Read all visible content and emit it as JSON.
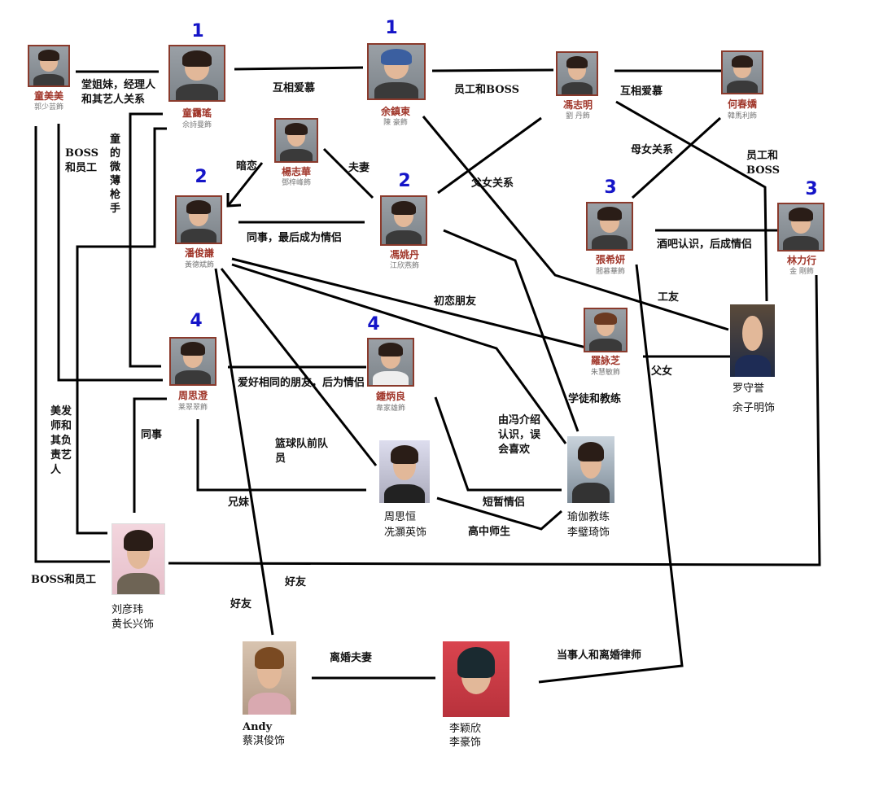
{
  "numbers": {
    "one": "1",
    "two": "2",
    "three": "3",
    "four": "4"
  },
  "people": {
    "tong_meimei": {
      "name": "童美美",
      "actor": "郭少芸飾"
    },
    "tong_aiyao": {
      "name": "童靄瑤",
      "actor": "佘詩曼飾"
    },
    "yu_zhendong": {
      "name": "余鎮東",
      "actor": "陳 豪飾"
    },
    "feng_zhiming": {
      "name": "馮志明",
      "actor": "劉 丹飾"
    },
    "he_chunjiao": {
      "name": "何春嬌",
      "actor": "韓馬利飾"
    },
    "yang_zhihua": {
      "name": "楊志華",
      "actor": "鄧梓峰飾"
    },
    "pan_junqian": {
      "name": "潘俊謙",
      "actor": "黃德斌飾"
    },
    "feng_yaodan": {
      "name": "馮姚丹",
      "actor": "江欣燕飾"
    },
    "zhang_xiyan": {
      "name": "張希妍",
      "actor": "閻慕華飾"
    },
    "lin_lixing": {
      "name": "林力行",
      "actor": "金 剛飾"
    },
    "luo_yongzhi": {
      "name": "羅詠芝",
      "actor": "朱慧敏飾"
    },
    "luo_shouyu": {
      "name": "罗守誉",
      "actor": "余子明饰"
    },
    "zhou_sicheng": {
      "name": "周思澄",
      "actor": "莱翠翠飾"
    },
    "zhong_bingliang": {
      "name": "鍾炳良",
      "actor": "韋家雄飾"
    },
    "zhou_siheng": {
      "name": "周思恒",
      "actor": "冼灝英饰"
    },
    "yoga_coach": {
      "name": "瑜伽教练",
      "actor": "李璧琦饰"
    },
    "liu_yanwei": {
      "name": "刘彦玮",
      "actor": "黄长兴饰"
    },
    "andy": {
      "name": "Andy",
      "actor": "蔡淇俊饰"
    },
    "li_yingxin": {
      "name": "李颖欣",
      "actor": "李豪饰"
    }
  },
  "relations": {
    "cousins_manager": "堂姐妹，经理人和其艺人关系",
    "mutual_admire_1": "互相爱慕",
    "employee_boss_1": "员工和BOSS",
    "mutual_admire_2": "互相爱慕",
    "boss_employee_1": "BOSS和员工",
    "weibo_ghostwriter": "童的微薄枪手",
    "secret_crush": "暗恋",
    "spouses": "夫妻",
    "father_daughter_1": "父女关系",
    "mother_daughter": "母女关系",
    "employee_boss_2": "员工和BOSS",
    "colleagues_lovers": "同事，最后成为情侣",
    "bar_lovers": "酒吧认识，后成情侣",
    "first_love": "初恋朋友",
    "workmates": "工友",
    "father_daughter_2": "父女",
    "hobby_lovers": "爱好相同的朋友，后为情侣",
    "colleagues": "同事",
    "apprentice_coach": "学徒和教练",
    "introduced_by_feng": "由冯介绍认识，误会喜欢",
    "basketball_teammates": "篮球队前队员",
    "hairdresser_artist": "美发师和其负责艺人",
    "siblings": "兄妹",
    "brief_lovers": "短暂情侣",
    "teacher_student": "高中师生",
    "boss_employee_2": "BOSS和员工",
    "good_friends_1": "好友",
    "good_friends_2": "好友",
    "divorced": "离婚夫妻",
    "client_lawyer": "当事人和离婚律师"
  }
}
